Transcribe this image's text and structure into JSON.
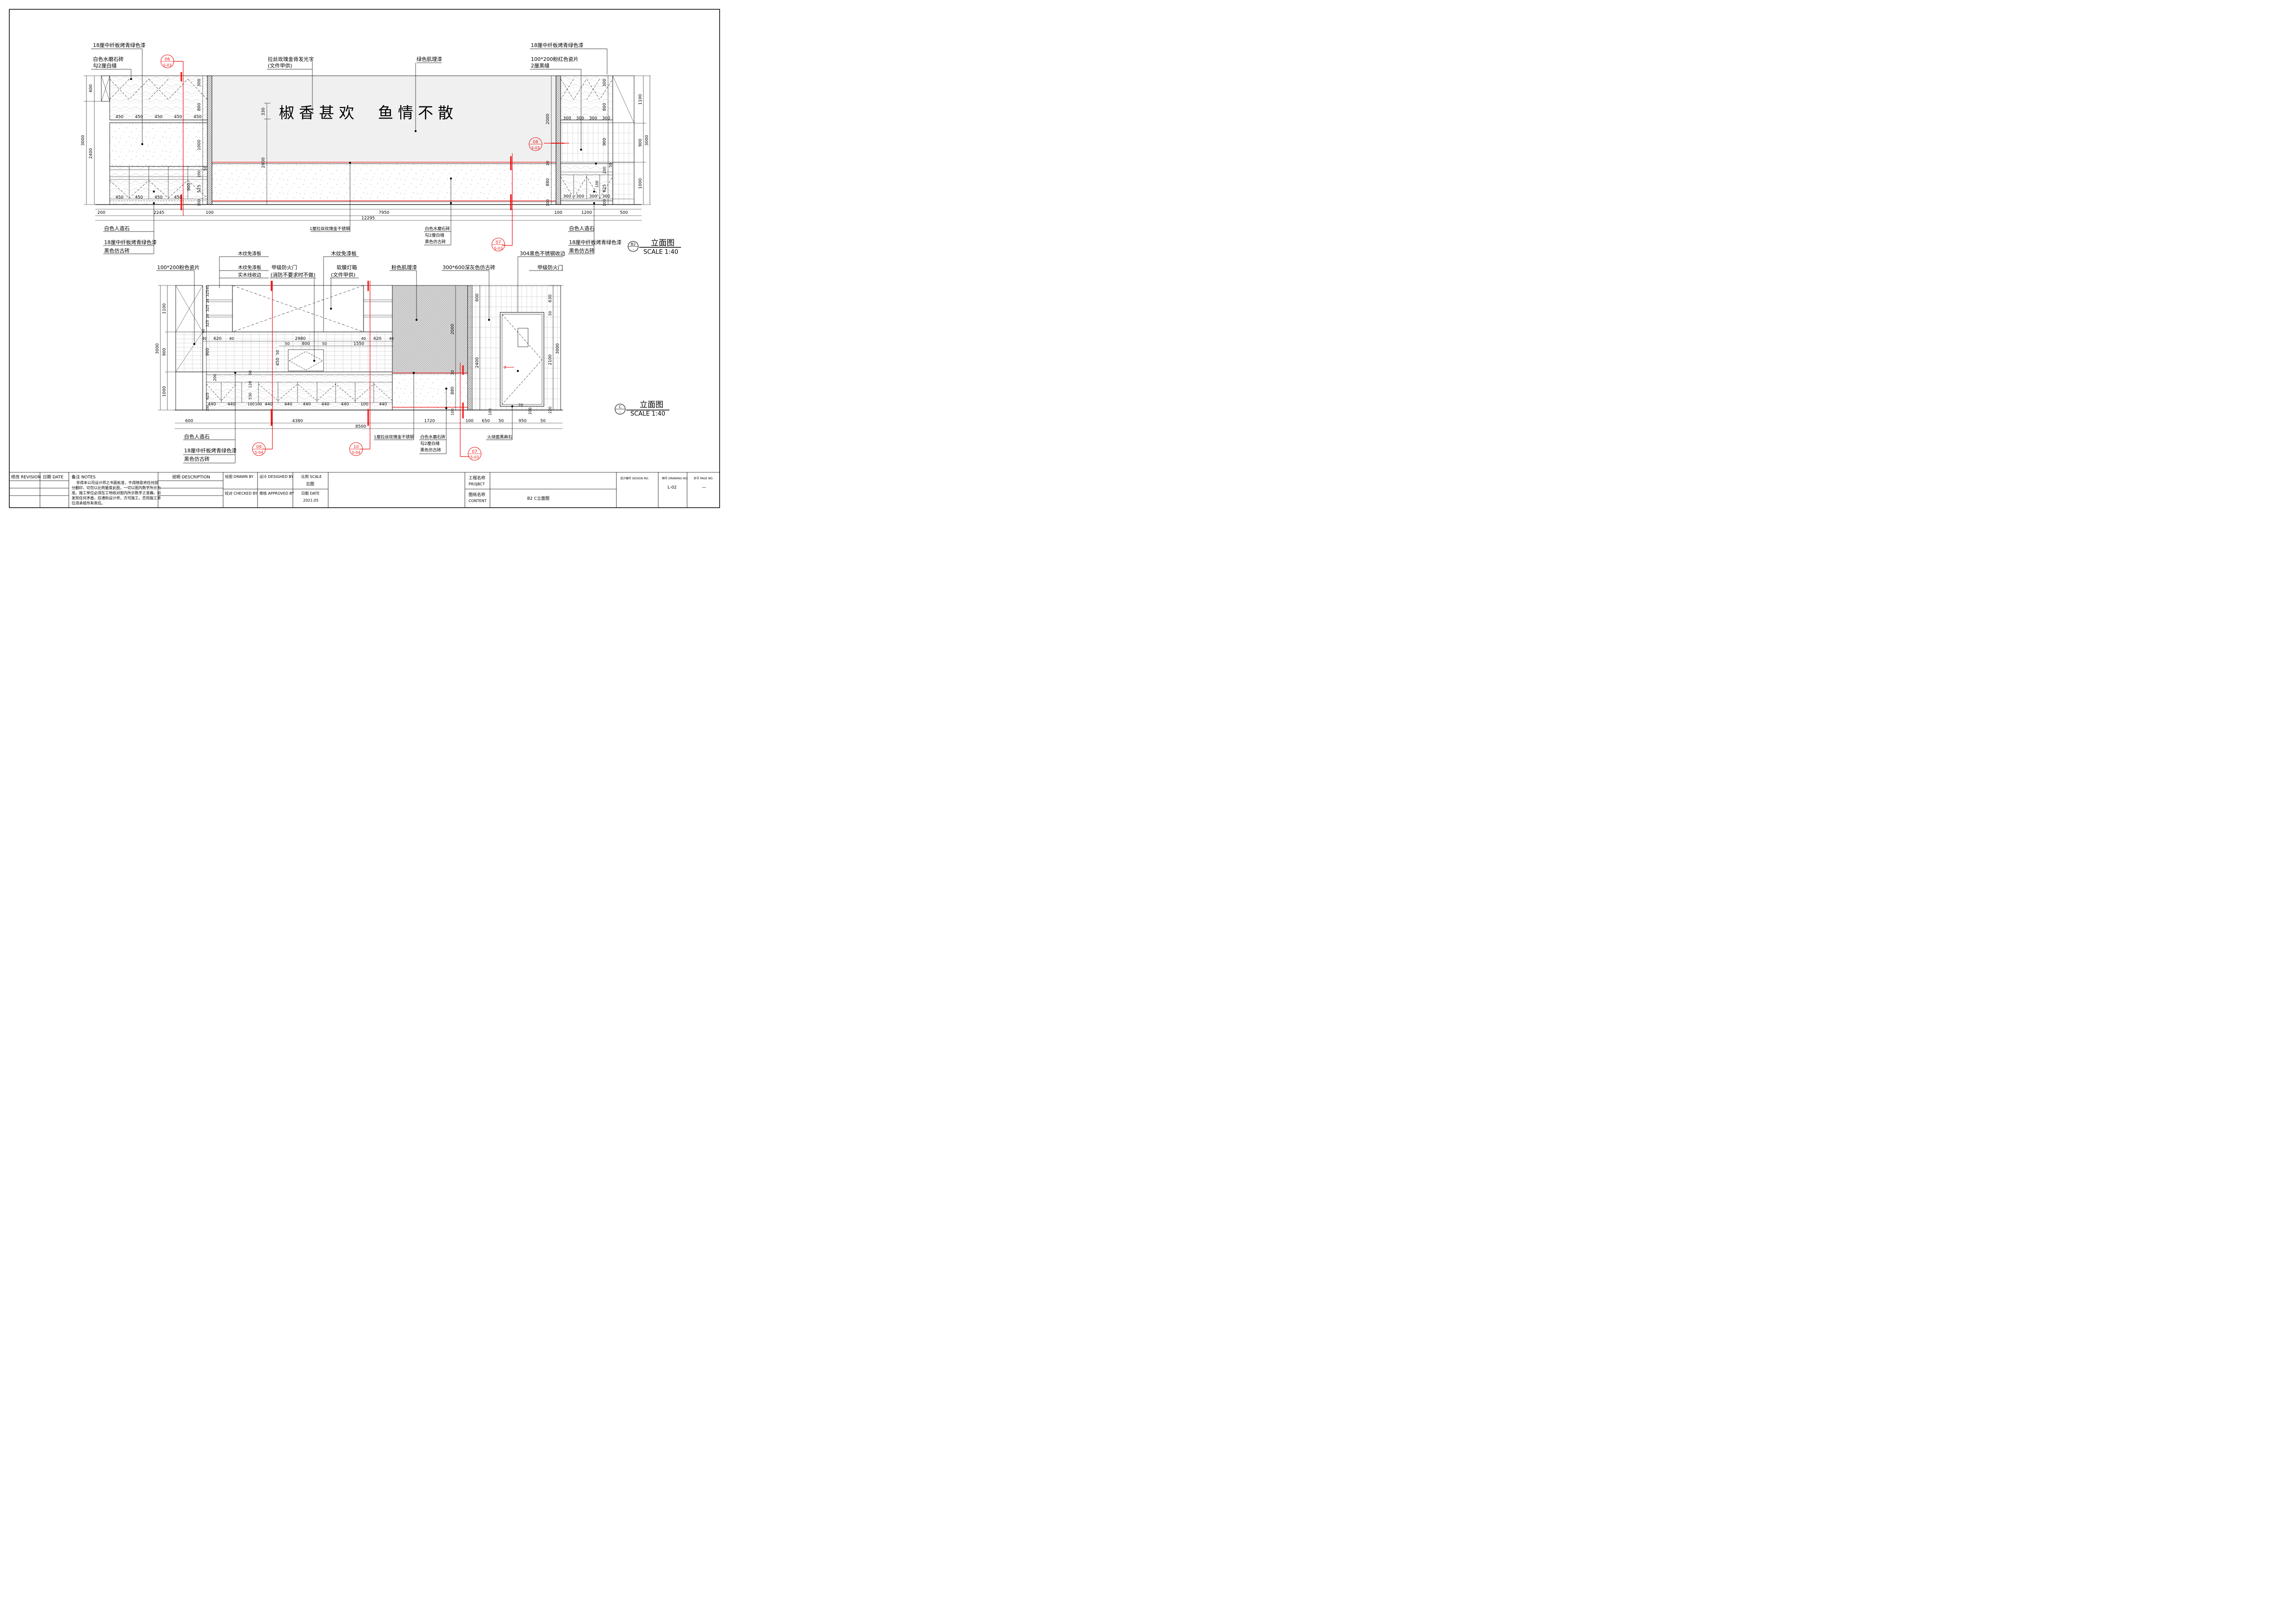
{
  "elevation_b2": {
    "sign_text": "椒香甚欢  鱼情不散",
    "labels": {
      "tl_1": "18厘中纤板烤青绿色漆",
      "tl_2": "白色水磨石砖",
      "tl_3": "勾2厘白缝",
      "tm_1": "拉丝玫瑰金背发光字",
      "tm_2": "(文件甲供)",
      "tm_3": "绿色肌理漆",
      "tr_1": "18厘中纤板烤青绿色漆",
      "tr_2": "100*200粉红色瓷片",
      "tr_3": "2厘黑缝",
      "bl_1": "白色人造石",
      "bl_2": "18厘中纤板烤青绿色漆",
      "bl_3": "黑色仿古砖",
      "bm_1": "1厘拉丝玫瑰金不锈钢",
      "bm_2": "白色水磨石砖",
      "bm_3": "勾2厘白缝",
      "bm_4": "黑色仿古砖",
      "br_1": "白色人造石",
      "br_2": "18厘中纤板烤青绿色漆",
      "br_3": "黑色仿古砖"
    },
    "callouts": [
      {
        "num": "06",
        "sheet": "S-03"
      },
      {
        "num": "08",
        "sheet": "S-03"
      },
      {
        "num": "07",
        "sheet": "S-03"
      }
    ],
    "title": "立面图",
    "tag": "B2",
    "tag_sub": "-",
    "scale": "SCALE 1:40",
    "dims": {
      "d200": "200",
      "d2245": "2245",
      "d100a": "100",
      "d7950": "7950",
      "d100b": "100",
      "d1200": "1200",
      "d500": "500",
      "d12295": "12295",
      "v3000": "3000",
      "v600": "600",
      "v2400": "2400",
      "c450_1": "450",
      "c450_2": "450",
      "c450_3": "450",
      "c450_4": "450",
      "c450_5": "450",
      "c450_6": "450",
      "c450_7": "450",
      "c450_8": "450",
      "c450_9": "450",
      "l300": "300",
      "l800": "800",
      "l1000": "1000",
      "l50": "50",
      "l200": "200",
      "l900": "900",
      "l525": "525",
      "l100": "100",
      "s330": "330",
      "s2000": "2000",
      "r2000": "2000",
      "r20": "20",
      "r880": "880",
      "r100": "100",
      "rc300_1": "300",
      "rc300_2": "300",
      "rc300_3": "300",
      "rc300_4": "300",
      "rc300_5": "300",
      "rc300_6": "300",
      "rc300_7": "300",
      "rc300_8": "300",
      "rr300": "300",
      "rr800": "800",
      "rr900": "900",
      "rr50": "50",
      "rr200": "200",
      "rr100a": "100",
      "rr625": "625",
      "rr100b": "100",
      "rr1100": "1100",
      "rr900b": "900",
      "rr1000": "1000",
      "rr3000": "3000"
    }
  },
  "elevation_c": {
    "labels": {
      "t_1": "木纹免漆板",
      "t_2": "木纹免漆板",
      "t_3": "实木线收边",
      "t_4": "甲级防火门",
      "t_5": "(消防不要求时不做)",
      "t_6": "木纹免漆板",
      "t_7": "软膜灯箱",
      "t_8": "(文件甲供)",
      "t_9": "粉色肌理漆",
      "t_10": "300*600深灰色仿古砖",
      "t_11": "304黑色不锈钢收边",
      "t_12": "甲级防火门",
      "t_13": "100*200粉色瓷片",
      "b_1": "白色人造石",
      "b_2": "18厘中纤板烤青绿色漆",
      "b_3": "黑色仿古砖",
      "b_4": "1厘拉丝玫瑰金不锈钢",
      "b_5": "白色水磨石砖",
      "b_6": "勾2厘白缝",
      "b_7": "黑色仿古砖",
      "b_8": "火烧面黑麻石"
    },
    "callouts": [
      {
        "num": "09",
        "sheet": "S-04"
      },
      {
        "num": "10",
        "sheet": "S-04"
      },
      {
        "num": "07",
        "sheet": "S-03"
      }
    ],
    "title": "立面图",
    "tag": "C",
    "tag_sub": "-",
    "scale": "SCALE 1:40",
    "dims": {
      "d600": "600",
      "d4380": "4380",
      "d8500": "8500",
      "d1720": "1720",
      "d100a": "100",
      "d650": "650",
      "d50": "50",
      "d950": "950",
      "d50b": "50",
      "v1100": "1100",
      "v3000": "3000",
      "v900": "900",
      "v1000": "1000",
      "l40a": "40",
      "l325a": "325",
      "l20a": "20",
      "l325b": "325",
      "l20b": "20",
      "l325c": "325",
      "l40b": "40",
      "l900": "900",
      "h40a": "40",
      "h620a": "620",
      "h40b": "40",
      "h2980": "2980",
      "h40c": "40",
      "h620b": "620",
      "h40d": "40",
      "h50a": "50",
      "h800": "800",
      "h50b": "50",
      "h1550": "1550",
      "v50": "50",
      "v450": "450",
      "lo50": "50",
      "lo200": "200",
      "lo120": "120",
      "lo530": "530",
      "lo625": "625",
      "lo100": "100",
      "c440_1": "440",
      "c440_2": "440",
      "c440_3": "440",
      "c440_4": "440",
      "c440_5": "440",
      "c440_6": "440",
      "c440_7": "440",
      "c440_8": "440",
      "c100_1": "100",
      "c100_2": "100",
      "c100_3": "100",
      "p2000": "2000",
      "p20": "20",
      "p880": "880",
      "p100": "100",
      "q600": "600",
      "q2400": "2400",
      "q100": "100",
      "dr630": "630",
      "dr50": "50",
      "dr3000": "3000",
      "dr2100": "2100",
      "dr20": "20",
      "dr200": "200",
      "dr220": "220"
    }
  },
  "title_block": {
    "revision": "修改 REVISION",
    "date": "日期 DATE",
    "notes_title": "备注 NOTES",
    "notes_lines": [
      "非得本公司设计师之书面批准，不得随意将任何部",
      "分翻印，切勿以比例量度此图，一切以图内数字所示为",
      "准。施工单位必须在工地核对图内所示数字之准确，如",
      "发现任何矛盾，应通知设计师，方可施工，否则施工单",
      "位须承担所有责任。"
    ],
    "description": "说明 DESCRIPTION",
    "drawn_by": "绘图 DRAWN BY",
    "designed_by": "设计 DESIGHED BY",
    "scale_label": "比例 SCALE",
    "scale_value": "见图",
    "checked_by": "校对 CHECKED BY",
    "approved_by": "审核 APPROVED BY",
    "date_label": "日期 DATE",
    "date_value": "2021.05",
    "project_label": "工程名称",
    "project_label_en": "PROJBCT",
    "content_label": "图纸名称",
    "content_label_en": "CONTENT",
    "content_value": "B2 C立面图",
    "design_no": "设计编号 DESIGN NO.",
    "drawing_no_label": "图号 DRAWING NO.",
    "drawing_no": "L-02",
    "page_no_label": "页号 PAGE NO.",
    "page_no": "—"
  }
}
